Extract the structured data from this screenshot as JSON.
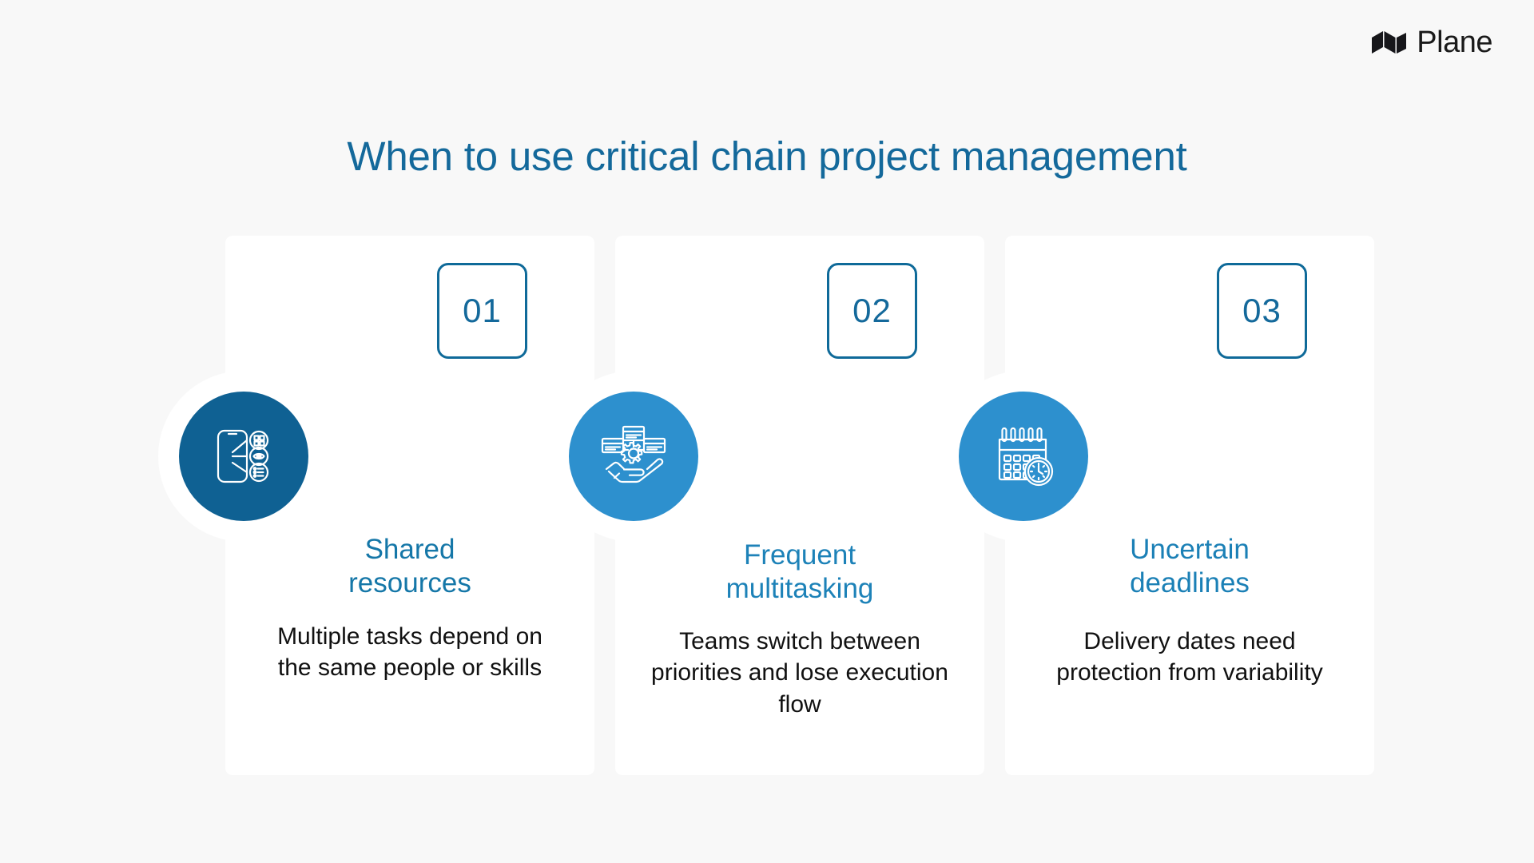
{
  "brand": {
    "name": "Plane",
    "logo_icon": "plane-logo-icon"
  },
  "header": {
    "title": "When to use critical chain project management",
    "title_color": "#14699b"
  },
  "background_color": "#f8f8f8",
  "cards": [
    {
      "number": "01",
      "heading": "Shared resources",
      "heading_line1": "Shared",
      "heading_line2": "resources",
      "body": "Multiple tasks depend on the same people or skills",
      "icon": "mobile-network-nodes-icon",
      "icon_bg": "#0f6193",
      "heading_color": "#1577a8"
    },
    {
      "number": "02",
      "heading": "Frequent multitasking",
      "heading_line1": "Frequent",
      "heading_line2": "multitasking",
      "body": "Teams switch between priorities and lose execution flow",
      "icon": "hand-gear-windows-icon",
      "icon_bg": "#2d90ce",
      "heading_color": "#1d82b8"
    },
    {
      "number": "03",
      "heading": "Uncertain deadlines",
      "heading_line1": "Uncertain",
      "heading_line2": "deadlines",
      "body": "Delivery dates need protection from variability",
      "icon": "calendar-clock-icon",
      "icon_bg": "#2d90ce",
      "heading_color": "#1b80b6"
    }
  ]
}
